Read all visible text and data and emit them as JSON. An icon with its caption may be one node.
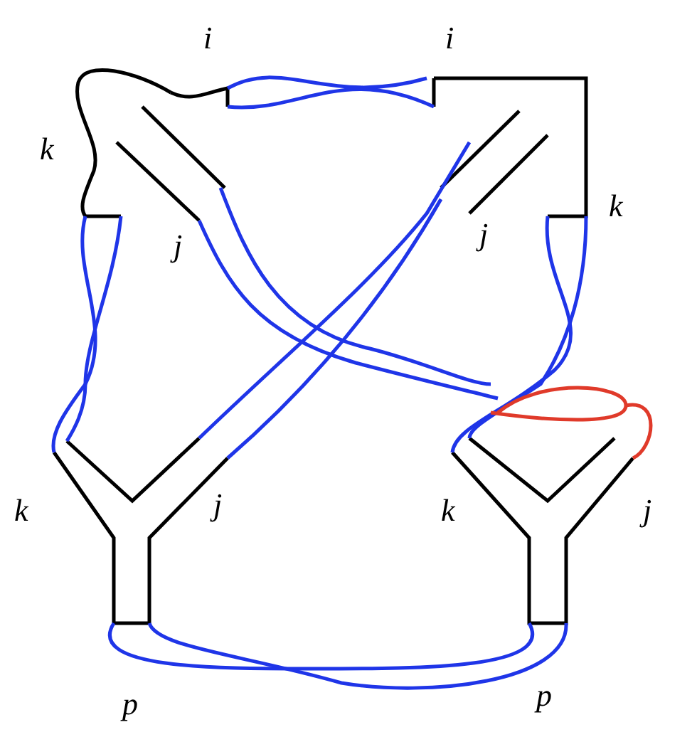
{
  "diagram": {
    "labels": [
      "i",
      "i",
      "k",
      "k",
      "j",
      "j",
      "k",
      "j",
      "k",
      "j",
      "p",
      "p"
    ]
  }
}
